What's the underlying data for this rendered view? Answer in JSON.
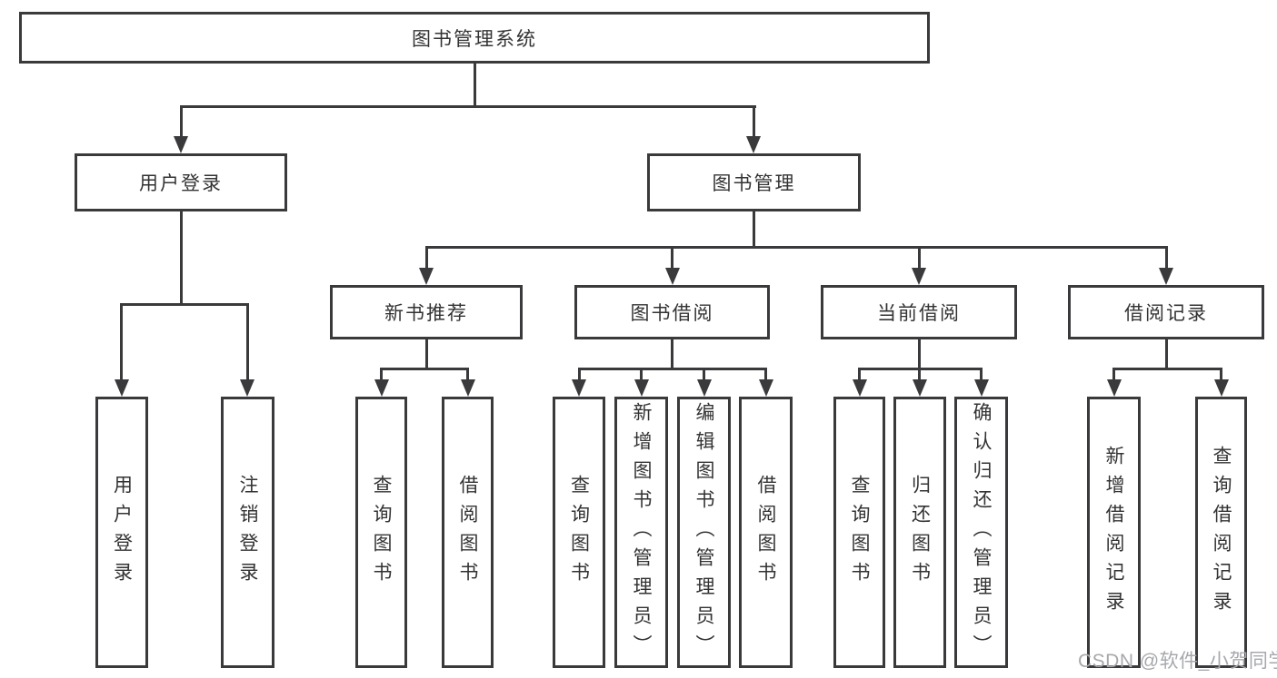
{
  "diagram": {
    "root": {
      "label": "图书管理系统"
    },
    "nodes": {
      "user_login": {
        "label": "用户登录",
        "children": [
          {
            "label": "用户登录"
          },
          {
            "label": "注销登录"
          }
        ]
      },
      "book_management": {
        "label": "图书管理"
      },
      "new_book_recommendation": {
        "label": "新书推荐",
        "children": [
          {
            "label": "查询图书"
          },
          {
            "label": "借阅图书"
          }
        ]
      },
      "book_borrowing": {
        "label": "图书借阅",
        "children": [
          {
            "label": "查询图书"
          },
          {
            "label": "新增图书（管理员）"
          },
          {
            "label": "编辑图书（管理员）"
          },
          {
            "label": "借阅图书"
          }
        ]
      },
      "current_borrowing": {
        "label": "当前借阅",
        "children": [
          {
            "label": "查询图书"
          },
          {
            "label": "归还图书"
          },
          {
            "label": "确认归还（管理员）"
          }
        ]
      },
      "borrowing_records": {
        "label": "借阅记录",
        "children": [
          {
            "label": "新增借阅记录"
          },
          {
            "label": "查询借阅记录"
          }
        ]
      }
    }
  },
  "watermark": {
    "text": "CSDN @软件_小贺同学"
  },
  "colors": {
    "line": "#3a3a3c",
    "text": "#333333",
    "watermark": "#a6a8ac",
    "background": "#ffffff"
  }
}
